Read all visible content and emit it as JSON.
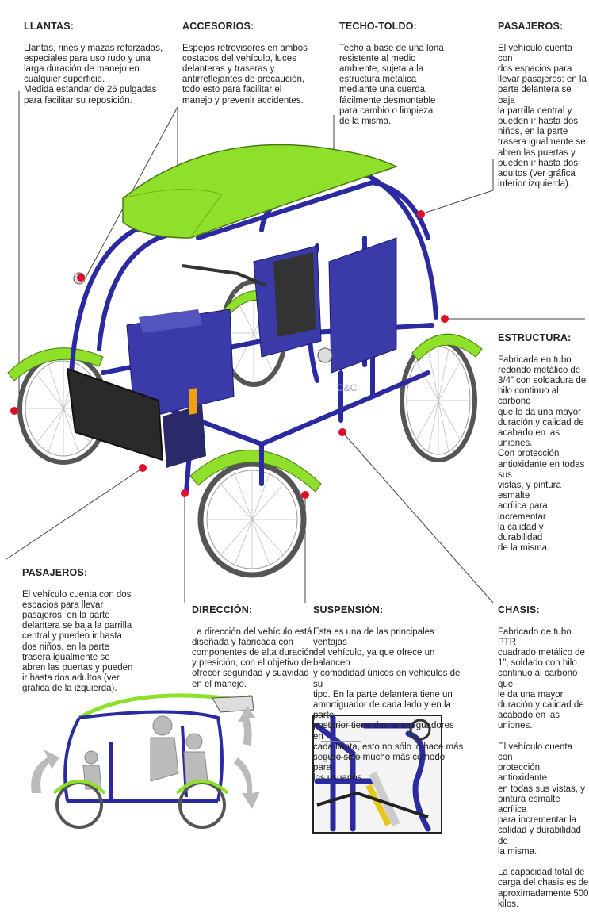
{
  "llantas": {
    "title": "LLANTAS:",
    "body": "Llantas, rines y mazas reforzadas,\nespeciales para uso rudo y una\nlarga duración de manejo en\ncualquier superficie.\nMedida estandar de 26 pulgadas\npara facilitar su reposición."
  },
  "accesorios": {
    "title": "ACCESORIOS:",
    "body": "Espejos retrovisores en ambos\ncostados del vehículo, luces\ndelanteras y traseras y\nantirreflejantes de precaución,\ntodo esto para facilitar el\nmanejo y prevenir accidentes."
  },
  "techo": {
    "title": "TECHO-TOLDO:",
    "body": "Techo a base de una lona\nresistente al medio\nambiente, sujeta a la\nestructura metálica\nmediante una cuerda,\nfácilmente desmontable\npara cambio o limpieza\nde la misma."
  },
  "pasajeros_top": {
    "title": "PASAJEROS:",
    "body": "El vehículo cuenta con\ndos espacios para\nllevar pasajeros: en la\nparte delantera se baja\nla parrilla central y\npueden ir hasta dos\nniños, en la parte\ntrasera igualmente se\nabren las puertas y\npueden ir hasta dos\nadultos (ver gráfica\ninferior izquierda)."
  },
  "estructura": {
    "title": "ESTRUCTURA:",
    "body": "Fabricada en tubo\nredondo metálico de\n3/4” con soldadura de\nhilo continuo al carbono\nque le da una mayor\nduración y calidad de\nacabado en las uniones.\nCon protección\nantioxidante en todas sus\nvistas, y pintura esmalte\nacrílica para incrementar\nla calidad y durabilidad\nde la misma."
  },
  "pasajeros_bottom": {
    "title": "PASAJEROS:",
    "body": "El vehículo cuenta con dos\nespacios para llevar\npasajeros: en la parte\ndelantera se baja la parrilla\ncentral y pueden ir hasta\ndos niños, en la parte\ntrasera igualmente se\nabren las puertas y pueden\nir hasta dos adultos (ver\ngráfica de la izquierda)."
  },
  "direccion": {
    "title": "DIRECCIÓN:",
    "body": "La dirección del vehículo está\ndiseñada y fabricada con\ncomponentes de alta duración\ny presición, con el objetivo de\nofrecer seguridad y suavidad\nen el manejo."
  },
  "suspension": {
    "title": "SUSPENSIÓN:",
    "body": "Esta es una de las principales ventajas\ndel vehículo, ya que ofrece un balanceo\ny comodidad únicos en vehículos de su\ntipo. En la parte delantera tiene un\namortiguador de cada lado y en la parte\nposterior tiene dos amortiguadores en\ncada llanta, esto no sólo lo hace más\nseguro sino mucho más cómodo para\nlos usuarios."
  },
  "chasis": {
    "title": "CHASIS:",
    "body": "Fabricado de tubo PTR\ncuadrado metálico de\n1”, soldado con hilo\ncontinuo al carbono que\nle da una mayor\nduración y calidad de\nacabado en las uniones.\n\nEl vehículo cuenta con\nprotección antioxidante\nen todas sus vistas, y\npintura esmalte acrílica\npara incrementar la\ncalidad y durabilidad de\nla misma.\n\nLa capacidad total de\ncarga del chasis es de\naproximadamente 500\nkilos."
  },
  "colors": {
    "frame": "#2b2aa0",
    "roof": "#8ee02a",
    "callout_dot": "#e0102a",
    "leader": "#444444",
    "seat": "#3a3aa8"
  },
  "vehicle_badge": "C&C"
}
